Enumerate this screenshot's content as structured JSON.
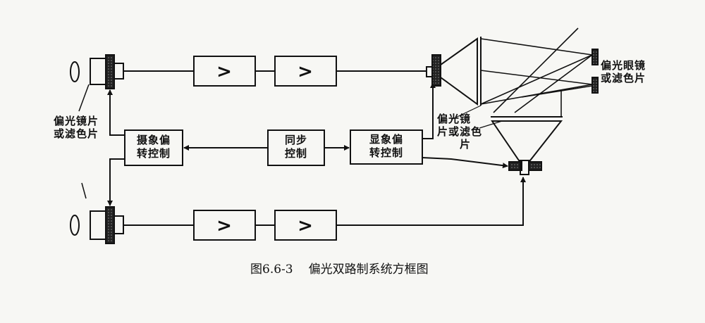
{
  "labels": {
    "left_filter_line1": "偏光镜片",
    "left_filter_line2": "或滤色片",
    "right_top_filter_line1": "偏光眼镜",
    "right_top_filter_line2": "或滤色片",
    "mid_filter_line1": "偏光镜",
    "mid_filter_line2": "片或滤色",
    "mid_filter_line3": "片"
  },
  "blocks": {
    "camera_control_line1": "摄象偏",
    "camera_control_line2": "转控制",
    "sync_line1": "同步",
    "sync_line2": "控制",
    "display_control_line1": "显象偏",
    "display_control_line2": "转控制",
    "amplifier_symbol": ">"
  },
  "caption": {
    "number": "图6.6-3",
    "title": "偏光双路制系统方框图"
  }
}
